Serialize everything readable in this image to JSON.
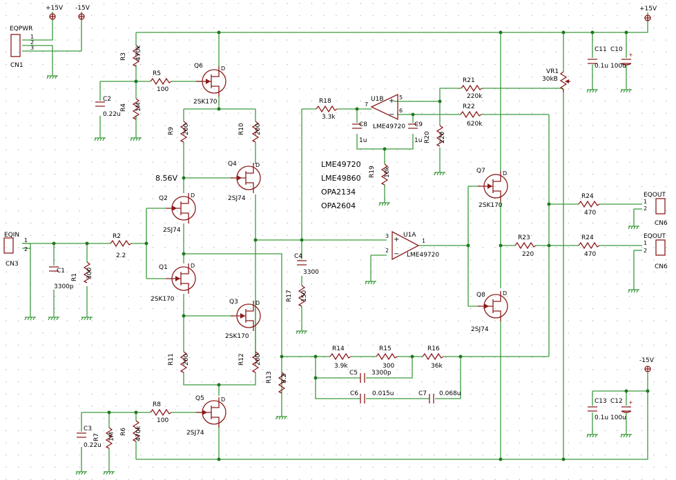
{
  "rails": {
    "pos": "+15V",
    "neg": "-15V"
  },
  "power_connector": {
    "ref": "CN1",
    "name": "EQPWR",
    "pins": [
      "1",
      "2",
      "3"
    ],
    "pos_label": "+15V",
    "neg_label": "-15V"
  },
  "input_connector": {
    "ref": "CN3",
    "name": "EQIN",
    "pins": [
      "1",
      "2"
    ]
  },
  "output_connectors": [
    {
      "ref": "CN6",
      "name": "EQOUT",
      "pins": [
        "1",
        "2"
      ]
    },
    {
      "ref": "CN6",
      "name": "EQOUT",
      "pins": [
        "1",
        "2"
      ]
    }
  ],
  "resistors": {
    "R1": "300",
    "R2": "2.2",
    "R3": "470k",
    "R4": "1M",
    "R5": "100",
    "R6": "470k",
    "R7": "1M",
    "R8": "100",
    "R9": "200",
    "R10": "200",
    "R11": "200",
    "R12": "200",
    "R13": "8.2",
    "R14": "3.9k",
    "R15": "300",
    "R16": "36k",
    "R17": "150",
    "R18": "3.3k",
    "R19": "10k",
    "R20": "220",
    "R21": "220k",
    "R22": "620k",
    "R23": "220",
    "R24a": "470",
    "R24b": "470"
  },
  "resistor_refs": {
    "R24a": "R24",
    "R24b": "R24"
  },
  "capacitors": {
    "C1": "3300p",
    "C2": "0.22u",
    "C3": "0.22u",
    "C4": "3300",
    "C5": "3300p",
    "C6": "0.015u",
    "C7": "0.068u",
    "C8": "1u",
    "C9": "1u",
    "C10": "100u",
    "C11": "0.1u",
    "C12": "100u",
    "C13": "0.1u"
  },
  "pot": {
    "ref": "VR1",
    "value": "30kB"
  },
  "transistors": {
    "Q1": "2SK170",
    "Q2": "2SJ74",
    "Q3": "2SK170",
    "Q4": "2SJ74",
    "Q5": "2SJ74",
    "Q6": "2SK170",
    "Q7": "2SK170",
    "Q8": "2SJ74"
  },
  "pin_letter": "D",
  "opamps": {
    "U1A": {
      "ref": "U1A",
      "part": "LME49720",
      "pins": [
        "3",
        "2",
        "1"
      ]
    },
    "U1B": {
      "ref": "U1B",
      "part": "LME49720",
      "pins": [
        "5",
        "6",
        "7"
      ]
    }
  },
  "opamp_alternatives": [
    "LME49720",
    "LME49860",
    "OPA2134",
    "OPA2604"
  ],
  "voltage_annotation": "8.56V",
  "colors": {
    "wire": "#3a9a3a",
    "component": "#8b1a1a",
    "grid": "#b0b0b0"
  }
}
